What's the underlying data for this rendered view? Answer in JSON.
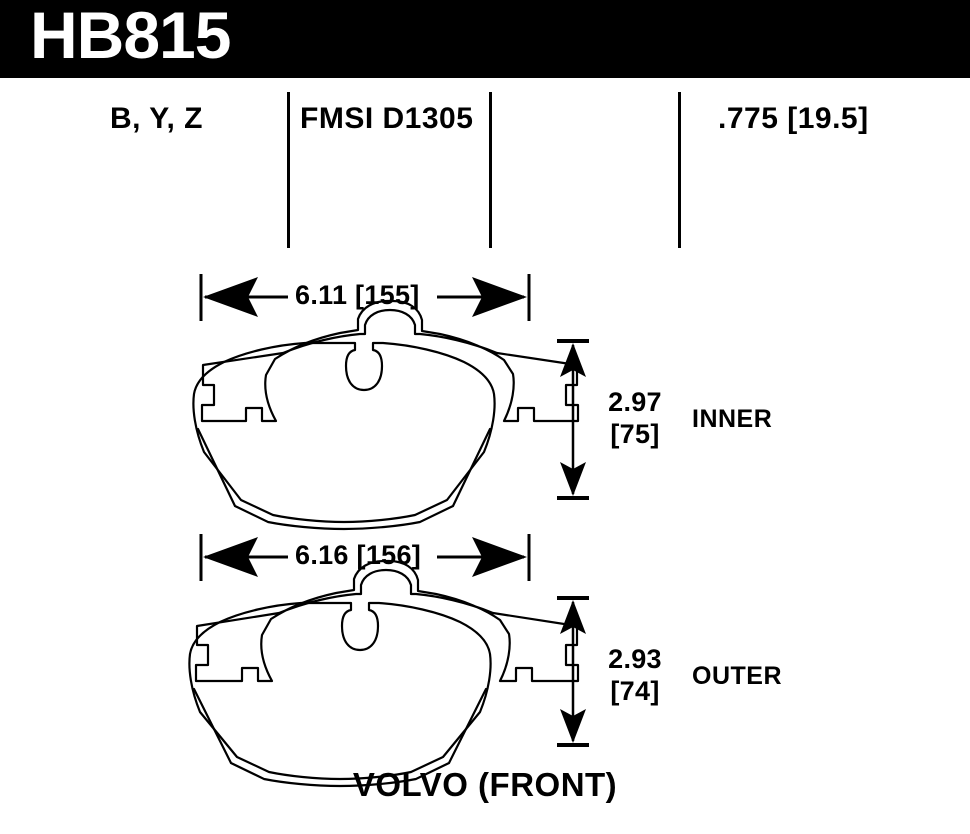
{
  "header": {
    "part_number": "HB815",
    "band_color": "#000000",
    "text_color": "#ffffff"
  },
  "spec_row": {
    "compounds": "B, Y, Z",
    "fmsi": "FMSI D1305",
    "thickness": ".775 [19.5]"
  },
  "pads": [
    {
      "id": "inner",
      "side_label": "INNER",
      "width_label": "6.11  [155]",
      "height_label_in": "2.97",
      "height_label_mm": "[75]",
      "width_in": 6.11,
      "width_mm": 155,
      "height_in": 2.97,
      "height_mm": 75
    },
    {
      "id": "outer",
      "side_label": "OUTER",
      "width_label": "6.16  [156]",
      "height_label_in": "2.93",
      "height_label_mm": "[74]",
      "width_in": 6.16,
      "width_mm": 156,
      "height_in": 2.93,
      "height_mm": 74
    }
  ],
  "vehicle": "VOLVO (FRONT)",
  "colors": {
    "line": "#000000",
    "background": "#ffffff"
  }
}
